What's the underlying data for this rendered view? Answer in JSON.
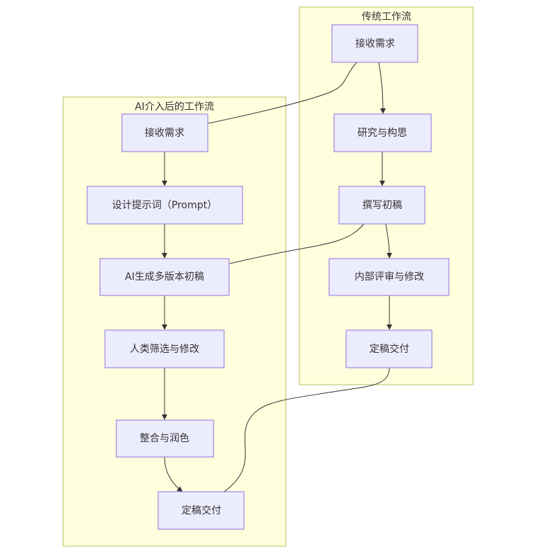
{
  "diagram": {
    "type": "flowchart",
    "clusters": [
      {
        "id": "ai",
        "title": "AI介入后的工作流",
        "nodes": [
          {
            "id": "ai1",
            "label": "接收需求"
          },
          {
            "id": "ai2",
            "label": "设计提示词（Prompt）"
          },
          {
            "id": "ai3",
            "label": "AI生成多版本初稿"
          },
          {
            "id": "ai4",
            "label": "人类筛选与修改"
          },
          {
            "id": "ai5",
            "label": "整合与润色"
          },
          {
            "id": "ai6",
            "label": "定稿交付"
          }
        ]
      },
      {
        "id": "trad",
        "title": "传统工作流",
        "nodes": [
          {
            "id": "t1",
            "label": "接收需求"
          },
          {
            "id": "t2",
            "label": "研究与构思"
          },
          {
            "id": "t3",
            "label": "撰写初稿"
          },
          {
            "id": "t4",
            "label": "内部评审与修改"
          },
          {
            "id": "t5",
            "label": "定稿交付"
          }
        ]
      }
    ],
    "edges": [
      {
        "from": "ai1",
        "to": "ai2",
        "arrow": true
      },
      {
        "from": "ai2",
        "to": "ai3",
        "arrow": true
      },
      {
        "from": "ai3",
        "to": "ai4",
        "arrow": true
      },
      {
        "from": "ai4",
        "to": "ai5",
        "arrow": true
      },
      {
        "from": "ai5",
        "to": "ai6",
        "arrow": true
      },
      {
        "from": "t1",
        "to": "t2",
        "arrow": true
      },
      {
        "from": "t2",
        "to": "t3",
        "arrow": true
      },
      {
        "from": "t3",
        "to": "t4",
        "arrow": true
      },
      {
        "from": "t4",
        "to": "t5",
        "arrow": true
      },
      {
        "from": "t1",
        "to": "ai1",
        "arrow": false
      },
      {
        "from": "t3",
        "to": "ai3",
        "arrow": false
      },
      {
        "from": "t5",
        "to": "ai6",
        "arrow": false
      }
    ]
  }
}
